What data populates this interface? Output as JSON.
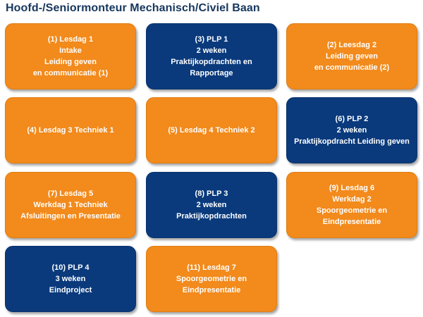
{
  "title": "Hoofd-/Seniormonteur Mechanisch/Civiel Baan",
  "colors": {
    "lesdag": "#f28a1c",
    "plp": "#0a3a7c",
    "title": "#17375e"
  },
  "boxes": [
    {
      "id": "box-1-lesdag-1",
      "type": "lesdag",
      "text": "(1) Lesdag 1\nIntake\nLeiding geven\nen communicatie (1)"
    },
    {
      "id": "box-3-plp-1",
      "type": "plp",
      "text": "(3) PLP 1\n2 weken\nPraktijkopdrachten en\nRapportage"
    },
    {
      "id": "box-2-lesdag-2",
      "type": "lesdag",
      "text": "(2) Leesdag 2\nLeiding geven\nen communicatie (2)"
    },
    {
      "id": "box-4-lesdag-3",
      "type": "lesdag",
      "text": "(4) Lesdag 3 Techniek 1"
    },
    {
      "id": "box-5-lesdag-4",
      "type": "lesdag",
      "text": "(5) Lesdag 4 Techniek 2"
    },
    {
      "id": "box-6-plp-2",
      "type": "plp",
      "text": "(6) PLP 2\n2 weken\nPraktijkopdracht Leiding geven"
    },
    {
      "id": "box-7-lesdag-5",
      "type": "lesdag",
      "text": "(7) Lesdag 5\nWerkdag 1 Techniek\nAfsluitingen en Presentatie"
    },
    {
      "id": "box-8-plp-3",
      "type": "plp",
      "text": "(8) PLP 3\n2  weken\nPraktijkopdrachten"
    },
    {
      "id": "box-9-lesdag-6",
      "type": "lesdag",
      "text": "(9) Lesdag 6\nWerkdag 2\nSpoorgeometrie en\nEindpresentatie"
    },
    {
      "id": "box-10-plp-4",
      "type": "plp",
      "text": "(10) PLP 4\n3 weken\nEindproject"
    },
    {
      "id": "box-11-lesdag-7",
      "type": "lesdag",
      "text": "(11) Lesdag 7\nSpoorgeometrie en\nEindpresentatie"
    }
  ]
}
